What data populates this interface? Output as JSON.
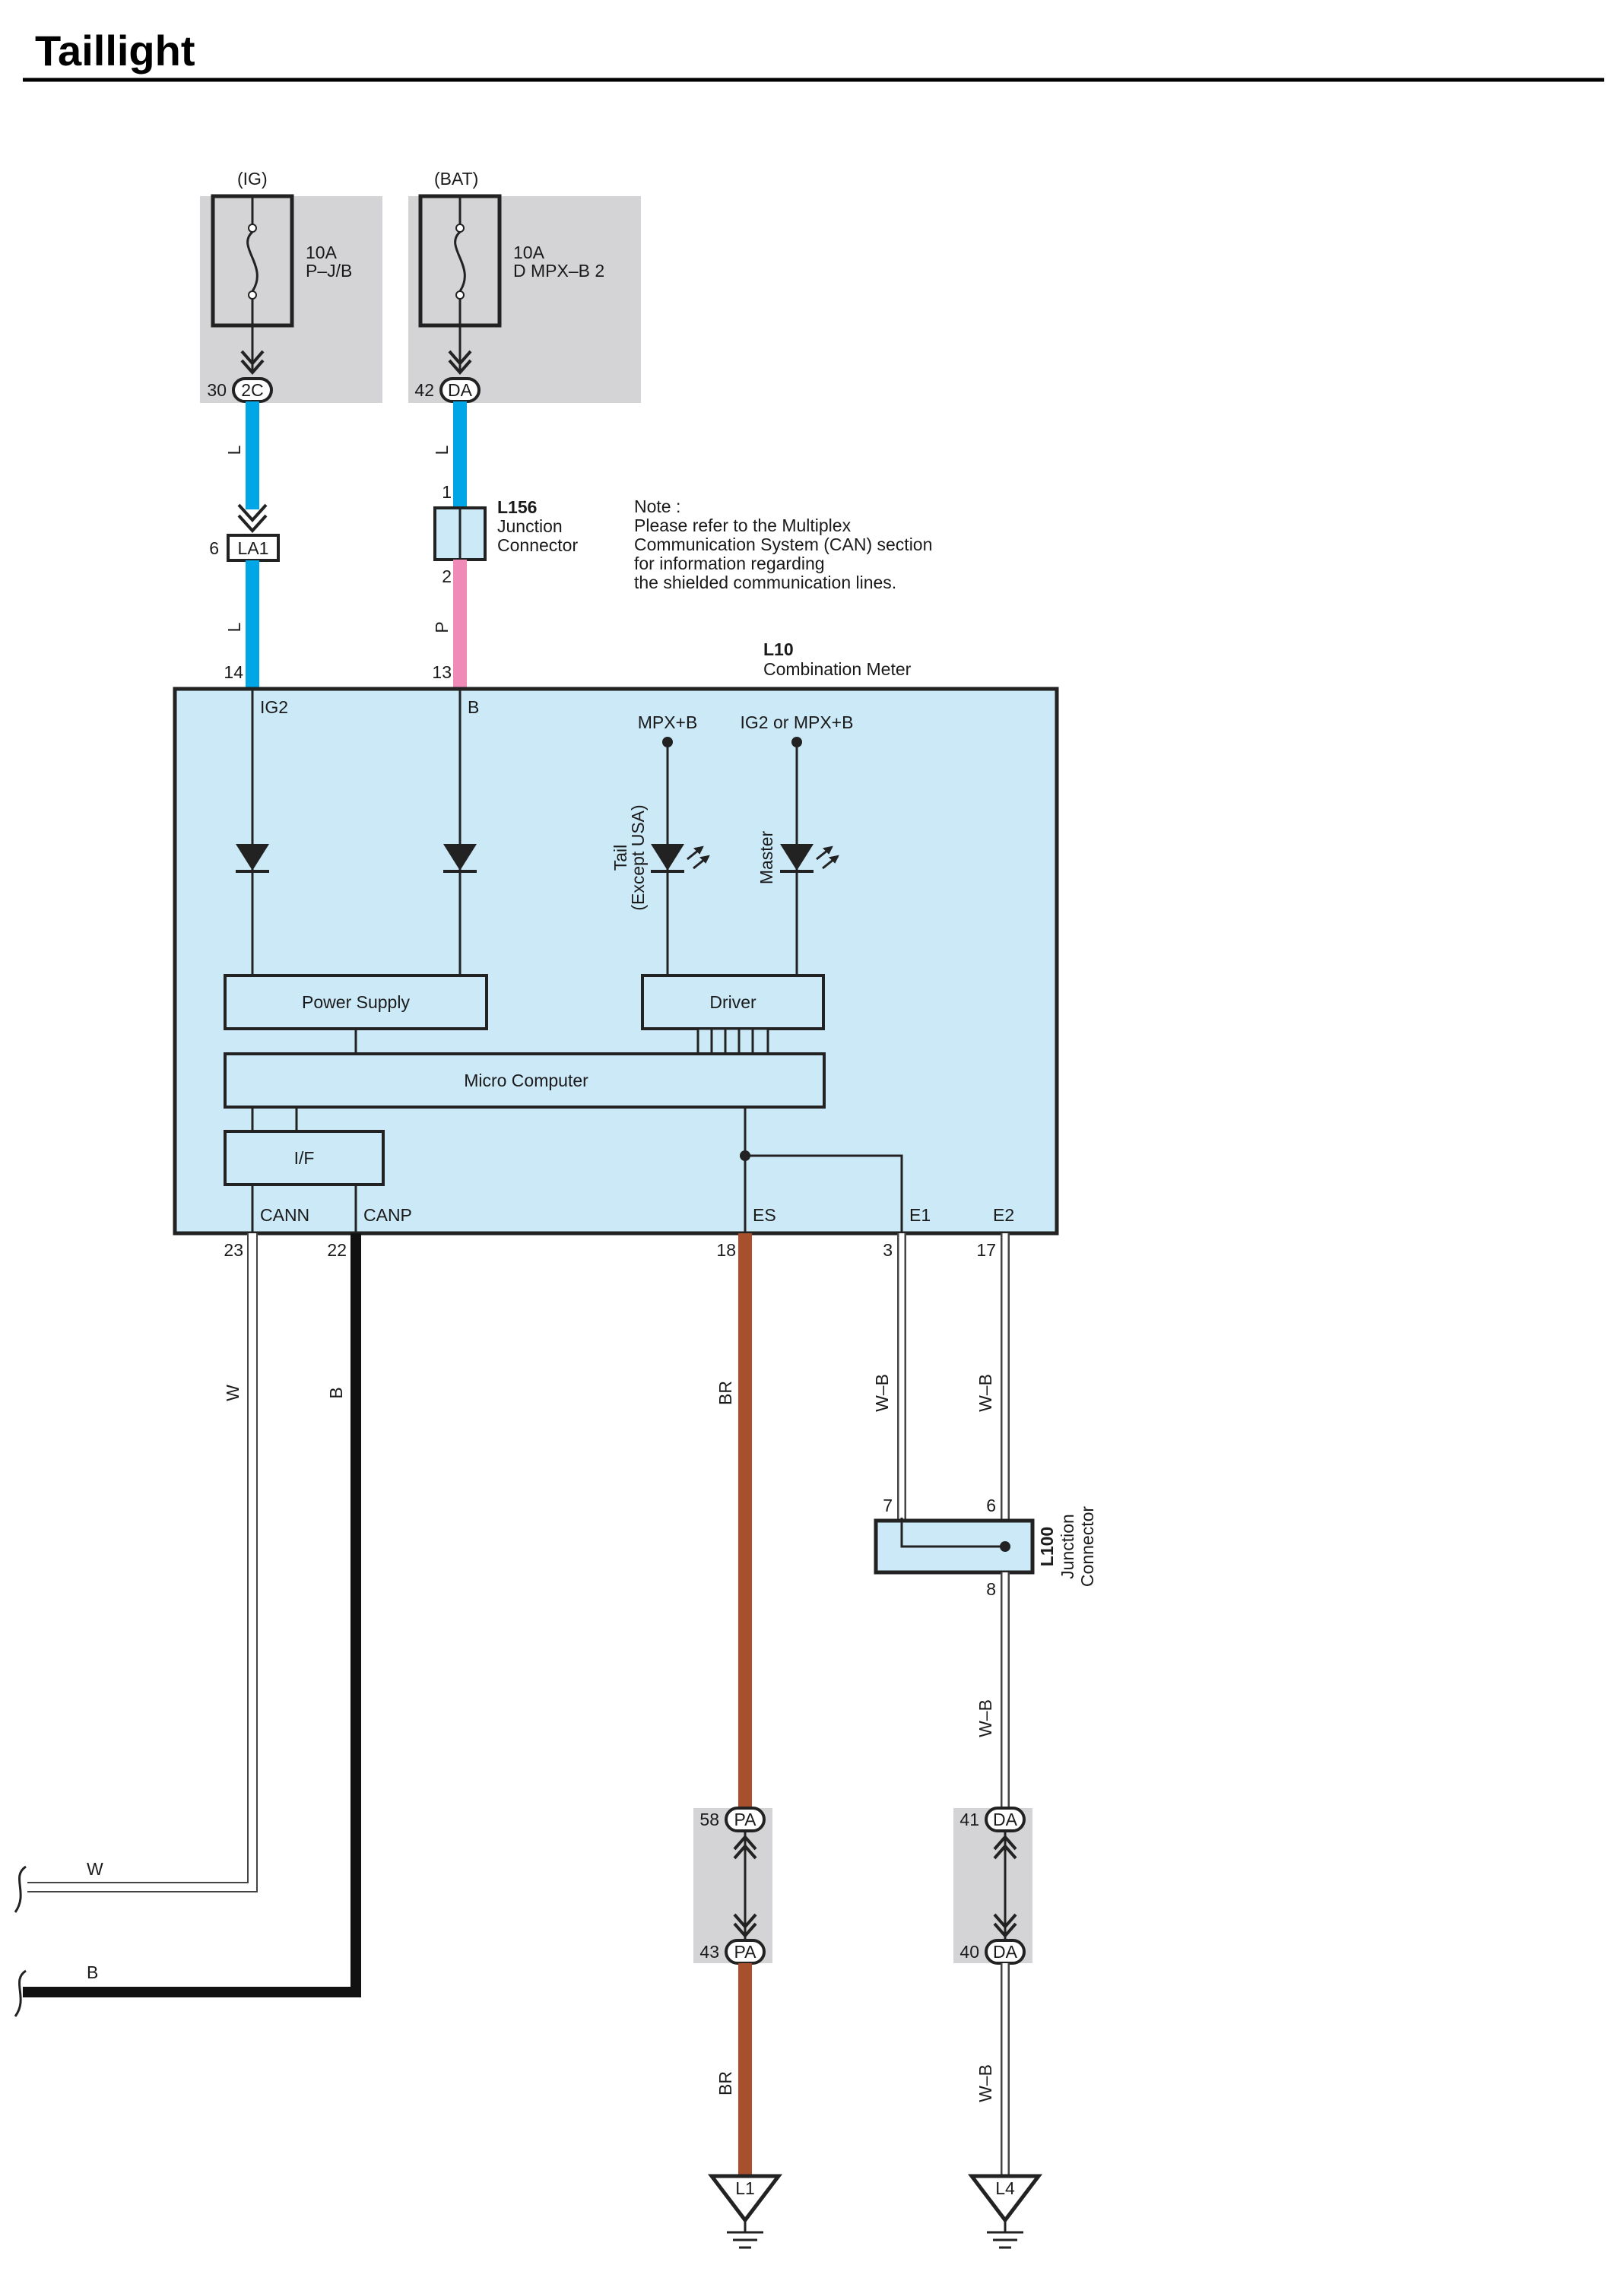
{
  "title": "Taillight",
  "fuses": [
    {
      "source": "(IG)",
      "rating": "10A",
      "name": "P–J/B",
      "pin": "30",
      "connector": "2C"
    },
    {
      "source": "(BAT)",
      "rating": "10A",
      "name": "D MPX–B 2",
      "pin": "42",
      "connector": "DA"
    }
  ],
  "wire_colors": {
    "L": "L",
    "P": "P",
    "W": "W",
    "B": "B",
    "BR": "BR",
    "WB": "W–B"
  },
  "la1": {
    "name": "LA1",
    "pin": "6"
  },
  "l156": {
    "id": "L156",
    "line1": "Junction",
    "line2": "Connector",
    "pin_in": "1",
    "pin_out": "2"
  },
  "note": {
    "line1": "Note :",
    "line2": "Please refer to the Multiplex",
    "line3": "Communication System (CAN) section",
    "line4": "for information regarding",
    "line5": "the shielded communication lines."
  },
  "l10": {
    "id": "L10",
    "name": "Combination Meter",
    "pins": {
      "ig2_pin": "14",
      "b_pin": "13",
      "cann_pin": "23",
      "canp_pin": "22",
      "es_pin": "18",
      "e1_pin": "3",
      "e2_pin": "17"
    },
    "terminals": {
      "ig2": "IG2",
      "b": "B",
      "mpxb": "MPX+B",
      "ig2_or_mpxb": "IG2 or MPX+B",
      "cann": "CANN",
      "canp": "CANP",
      "es": "ES",
      "e1": "E1",
      "e2": "E2"
    },
    "tail_line1": "Tail",
    "tail_line2": "(Except USA)",
    "master": "Master",
    "blocks": {
      "power_supply": "Power Supply",
      "driver": "Driver",
      "micro": "Micro Computer",
      "if": "I/F"
    }
  },
  "l100": {
    "id": "L100",
    "line1": "Junction",
    "line2": "Connector",
    "pin7": "7",
    "pin6": "6",
    "pin8": "8"
  },
  "inline_connectors": [
    {
      "pin_top": "58",
      "conn_top": "PA",
      "pin_bottom": "43",
      "conn_bottom": "PA"
    },
    {
      "pin_top": "41",
      "conn_top": "DA",
      "pin_bottom": "40",
      "conn_bottom": "DA"
    }
  ],
  "grounds": [
    "L1",
    "L4"
  ],
  "colors": {
    "fuse_box": "#d4d4d6",
    "meter_fill": "#cce9f7",
    "blue_wire": "#00a6e6",
    "pink_wire": "#f08bb7",
    "brown_wire": "#a84f2d"
  }
}
